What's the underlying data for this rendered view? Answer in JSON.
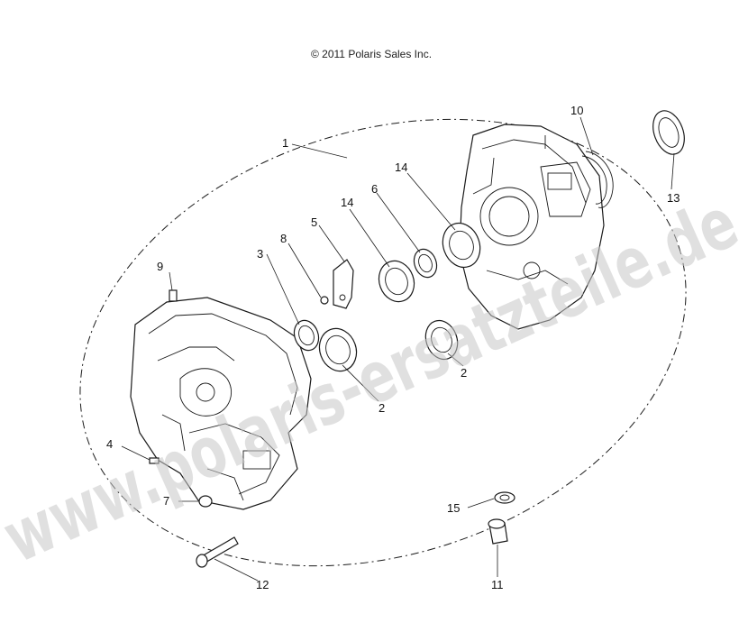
{
  "copyright": "© 2011 Polaris Sales Inc.",
  "watermark": "www.polaris-ersatzteile.de",
  "callouts": [
    "1",
    "2",
    "2",
    "3",
    "4",
    "5",
    "6",
    "7",
    "8",
    "9",
    "10",
    "11",
    "12",
    "13",
    "14",
    "14",
    "15"
  ]
}
